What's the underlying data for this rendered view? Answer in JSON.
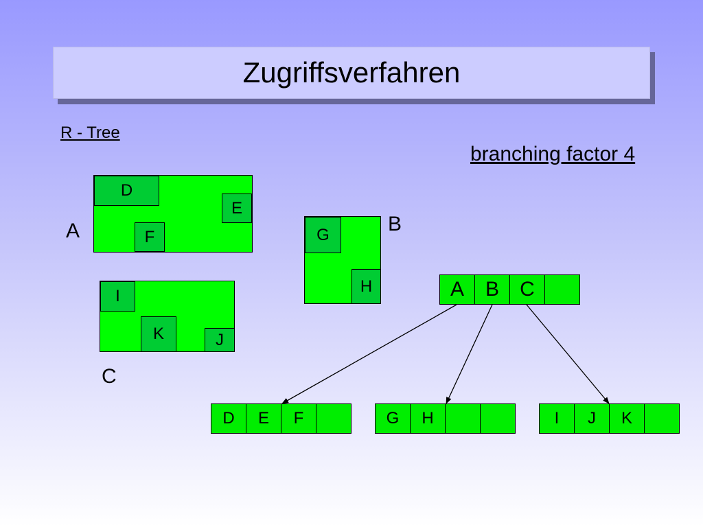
{
  "slide": {
    "title": "Zugriffsverfahren",
    "subtitle_left": "R - Tree",
    "subtitle_right": "branching factor 4"
  },
  "regions": {
    "A": {
      "label": "A",
      "children": [
        "D",
        "E",
        "F"
      ]
    },
    "B": {
      "label": "B",
      "children": [
        "G",
        "H"
      ]
    },
    "C": {
      "label": "C",
      "children": [
        "I",
        "K",
        "J"
      ]
    }
  },
  "tree": {
    "root": [
      "A",
      "B",
      "C",
      ""
    ],
    "leaves": [
      [
        "D",
        "E",
        "F",
        ""
      ],
      [
        "G",
        "H",
        "",
        ""
      ],
      [
        "I",
        "J",
        "K",
        ""
      ]
    ]
  },
  "colors": {
    "region_fill": "#00ff00",
    "subregion_fill": "#00cc33",
    "title_box": "#ccccff",
    "title_shadow": "#666699"
  }
}
